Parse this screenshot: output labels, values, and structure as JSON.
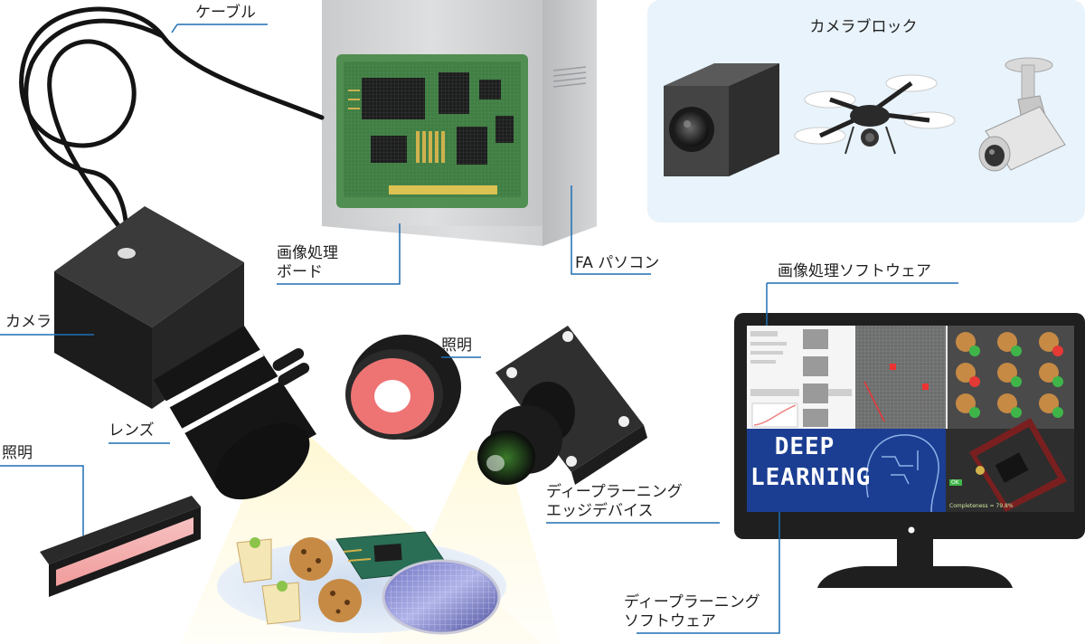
{
  "labels": {
    "cable": "ケーブル",
    "board": "画像処理\nボード",
    "fa_pc": "FA パソコン",
    "camera": "カメラ",
    "lens": "レンズ",
    "light_left": "照明",
    "light_ring": "照明",
    "edge_device": "ディープラーニング\nエッジデバイス",
    "dl_software": "ディープラーニング\nソフトウェア",
    "ip_software": "画像処理ソフトウェア"
  },
  "camera_block": {
    "title": "カメラブロック",
    "items": [
      "box-camera",
      "drone",
      "surveillance-camera"
    ]
  },
  "monitor": {
    "banner_text": "DEEP\nLEARNING",
    "ok_badge": "OK",
    "status_text": "Completeness = 79.8%"
  },
  "colors": {
    "accent_line": "#1e6fb4",
    "camera_block_bg": "#e8f3fb",
    "banner_blue": "#1b3e93"
  }
}
